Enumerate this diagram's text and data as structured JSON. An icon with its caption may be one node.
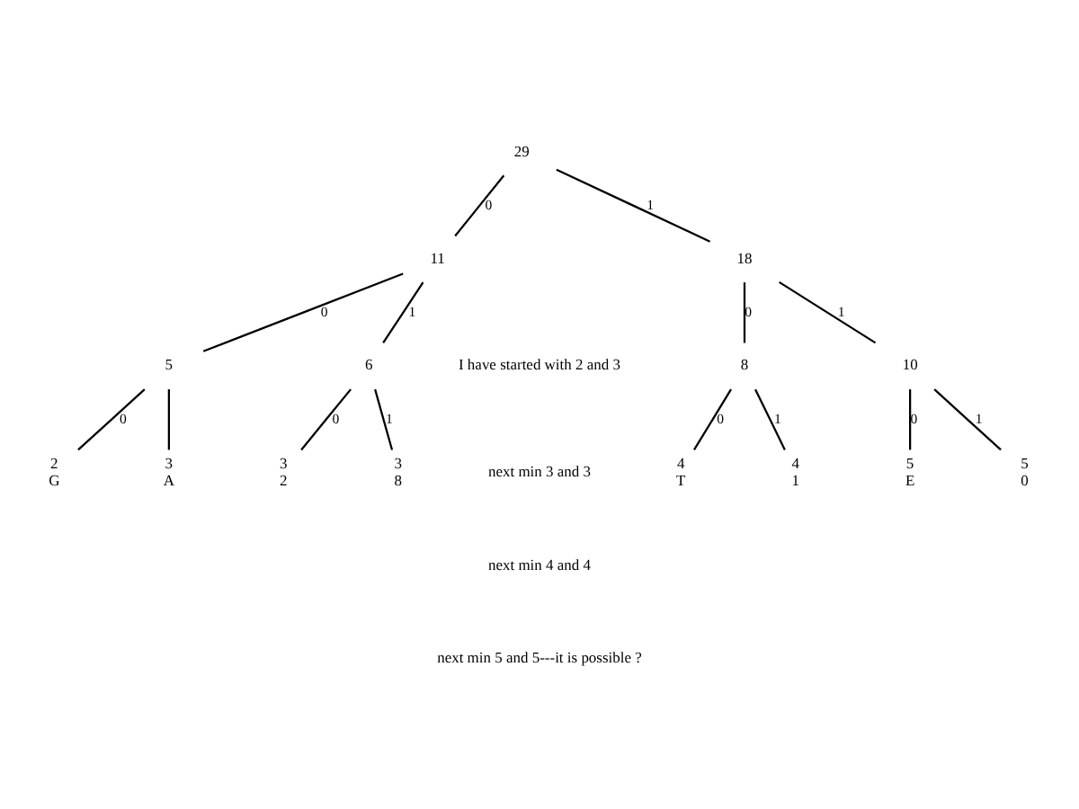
{
  "diagram": {
    "nodes": [
      {
        "text": [
          "29"
        ]
      },
      {
        "text": [
          "11"
        ]
      },
      {
        "text": [
          "18"
        ]
      },
      {
        "text": [
          "5"
        ]
      },
      {
        "text": [
          "6"
        ]
      },
      {
        "text": [
          "8"
        ]
      },
      {
        "text": [
          "10"
        ]
      },
      {
        "text": [
          "2",
          "G"
        ]
      },
      {
        "text": [
          "3",
          "A"
        ]
      },
      {
        "text": [
          "3",
          "2"
        ]
      },
      {
        "text": [
          "3",
          "8"
        ]
      },
      {
        "text": [
          "4",
          "T"
        ]
      },
      {
        "text": [
          "4",
          "1"
        ]
      },
      {
        "text": [
          "5",
          "E"
        ]
      },
      {
        "text": [
          "5",
          "0"
        ]
      }
    ],
    "edges": [
      {
        "from": 0,
        "to": 1,
        "arrow": "none",
        "label": "0"
      },
      {
        "from": 0,
        "to": 2,
        "arrow": "none",
        "label": "1"
      },
      {
        "from": 1,
        "to": 3,
        "arrow": "none",
        "label": "0"
      },
      {
        "from": 1,
        "to": 4,
        "arrow": "none",
        "label": "1"
      },
      {
        "from": 2,
        "to": 5,
        "arrow": "none",
        "label": "0"
      },
      {
        "from": 2,
        "to": 6,
        "arrow": "none",
        "label": "1"
      },
      {
        "from": 3,
        "to": 7,
        "arrow": "none",
        "label": "0"
      },
      {
        "from": 3,
        "to": 8,
        "arrow": "none"
      },
      {
        "from": 4,
        "to": 9,
        "arrow": "none",
        "label": "0"
      },
      {
        "from": 4,
        "to": 10,
        "arrow": "none",
        "label": "1"
      },
      {
        "from": 5,
        "to": 11,
        "arrow": "none",
        "label": "0"
      },
      {
        "from": 5,
        "to": 12,
        "arrow": "none",
        "label": "1"
      },
      {
        "from": 6,
        "to": 13,
        "arrow": "none",
        "label": "0"
      },
      {
        "from": 6,
        "to": 14,
        "arrow": "none",
        "label": "1"
      }
    ],
    "labels": [
      "I have started with 2 and 3",
      "next min 3 and 3",
      "next min 4 and 4",
      "next min 5 and 5---it is possible ?"
    ]
  }
}
